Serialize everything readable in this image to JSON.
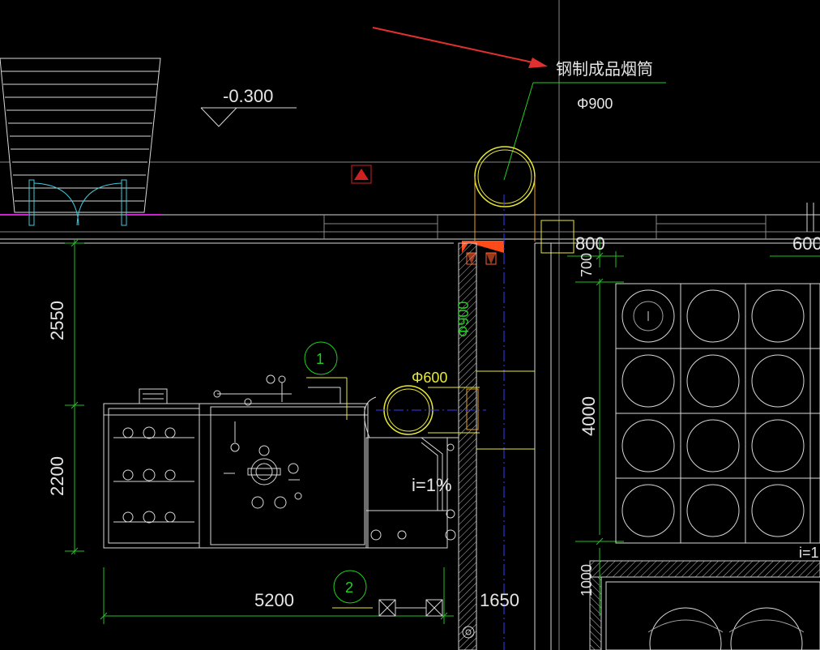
{
  "drawing": {
    "callout_label": "钢制成品烟筒",
    "chimney_diameter": "Φ900",
    "elevation": "-0.300",
    "pipe_diameter": "Φ600",
    "pipe_diameter_vertical": "Φ900",
    "slope": "i=1%",
    "dim_2550": "2550",
    "dim_2200": "2200",
    "dim_5200": "5200",
    "dim_1650": "1650",
    "dim_800": "800",
    "dim_700": "700",
    "dim_4000": "4000",
    "dim_1000": "1000",
    "dim_600_right": "600",
    "dim_i_right": "i=1",
    "marker_1": "1",
    "marker_2": "2"
  },
  "colors": {
    "background": "#000000",
    "wall": "#cfcfcf",
    "dimension": "#22c022",
    "chimney": "#e8e838",
    "axis": "#3a3aff",
    "arrow": "#e03030",
    "warning": "#d02020",
    "hatch_fill": "#ff4a1a"
  }
}
